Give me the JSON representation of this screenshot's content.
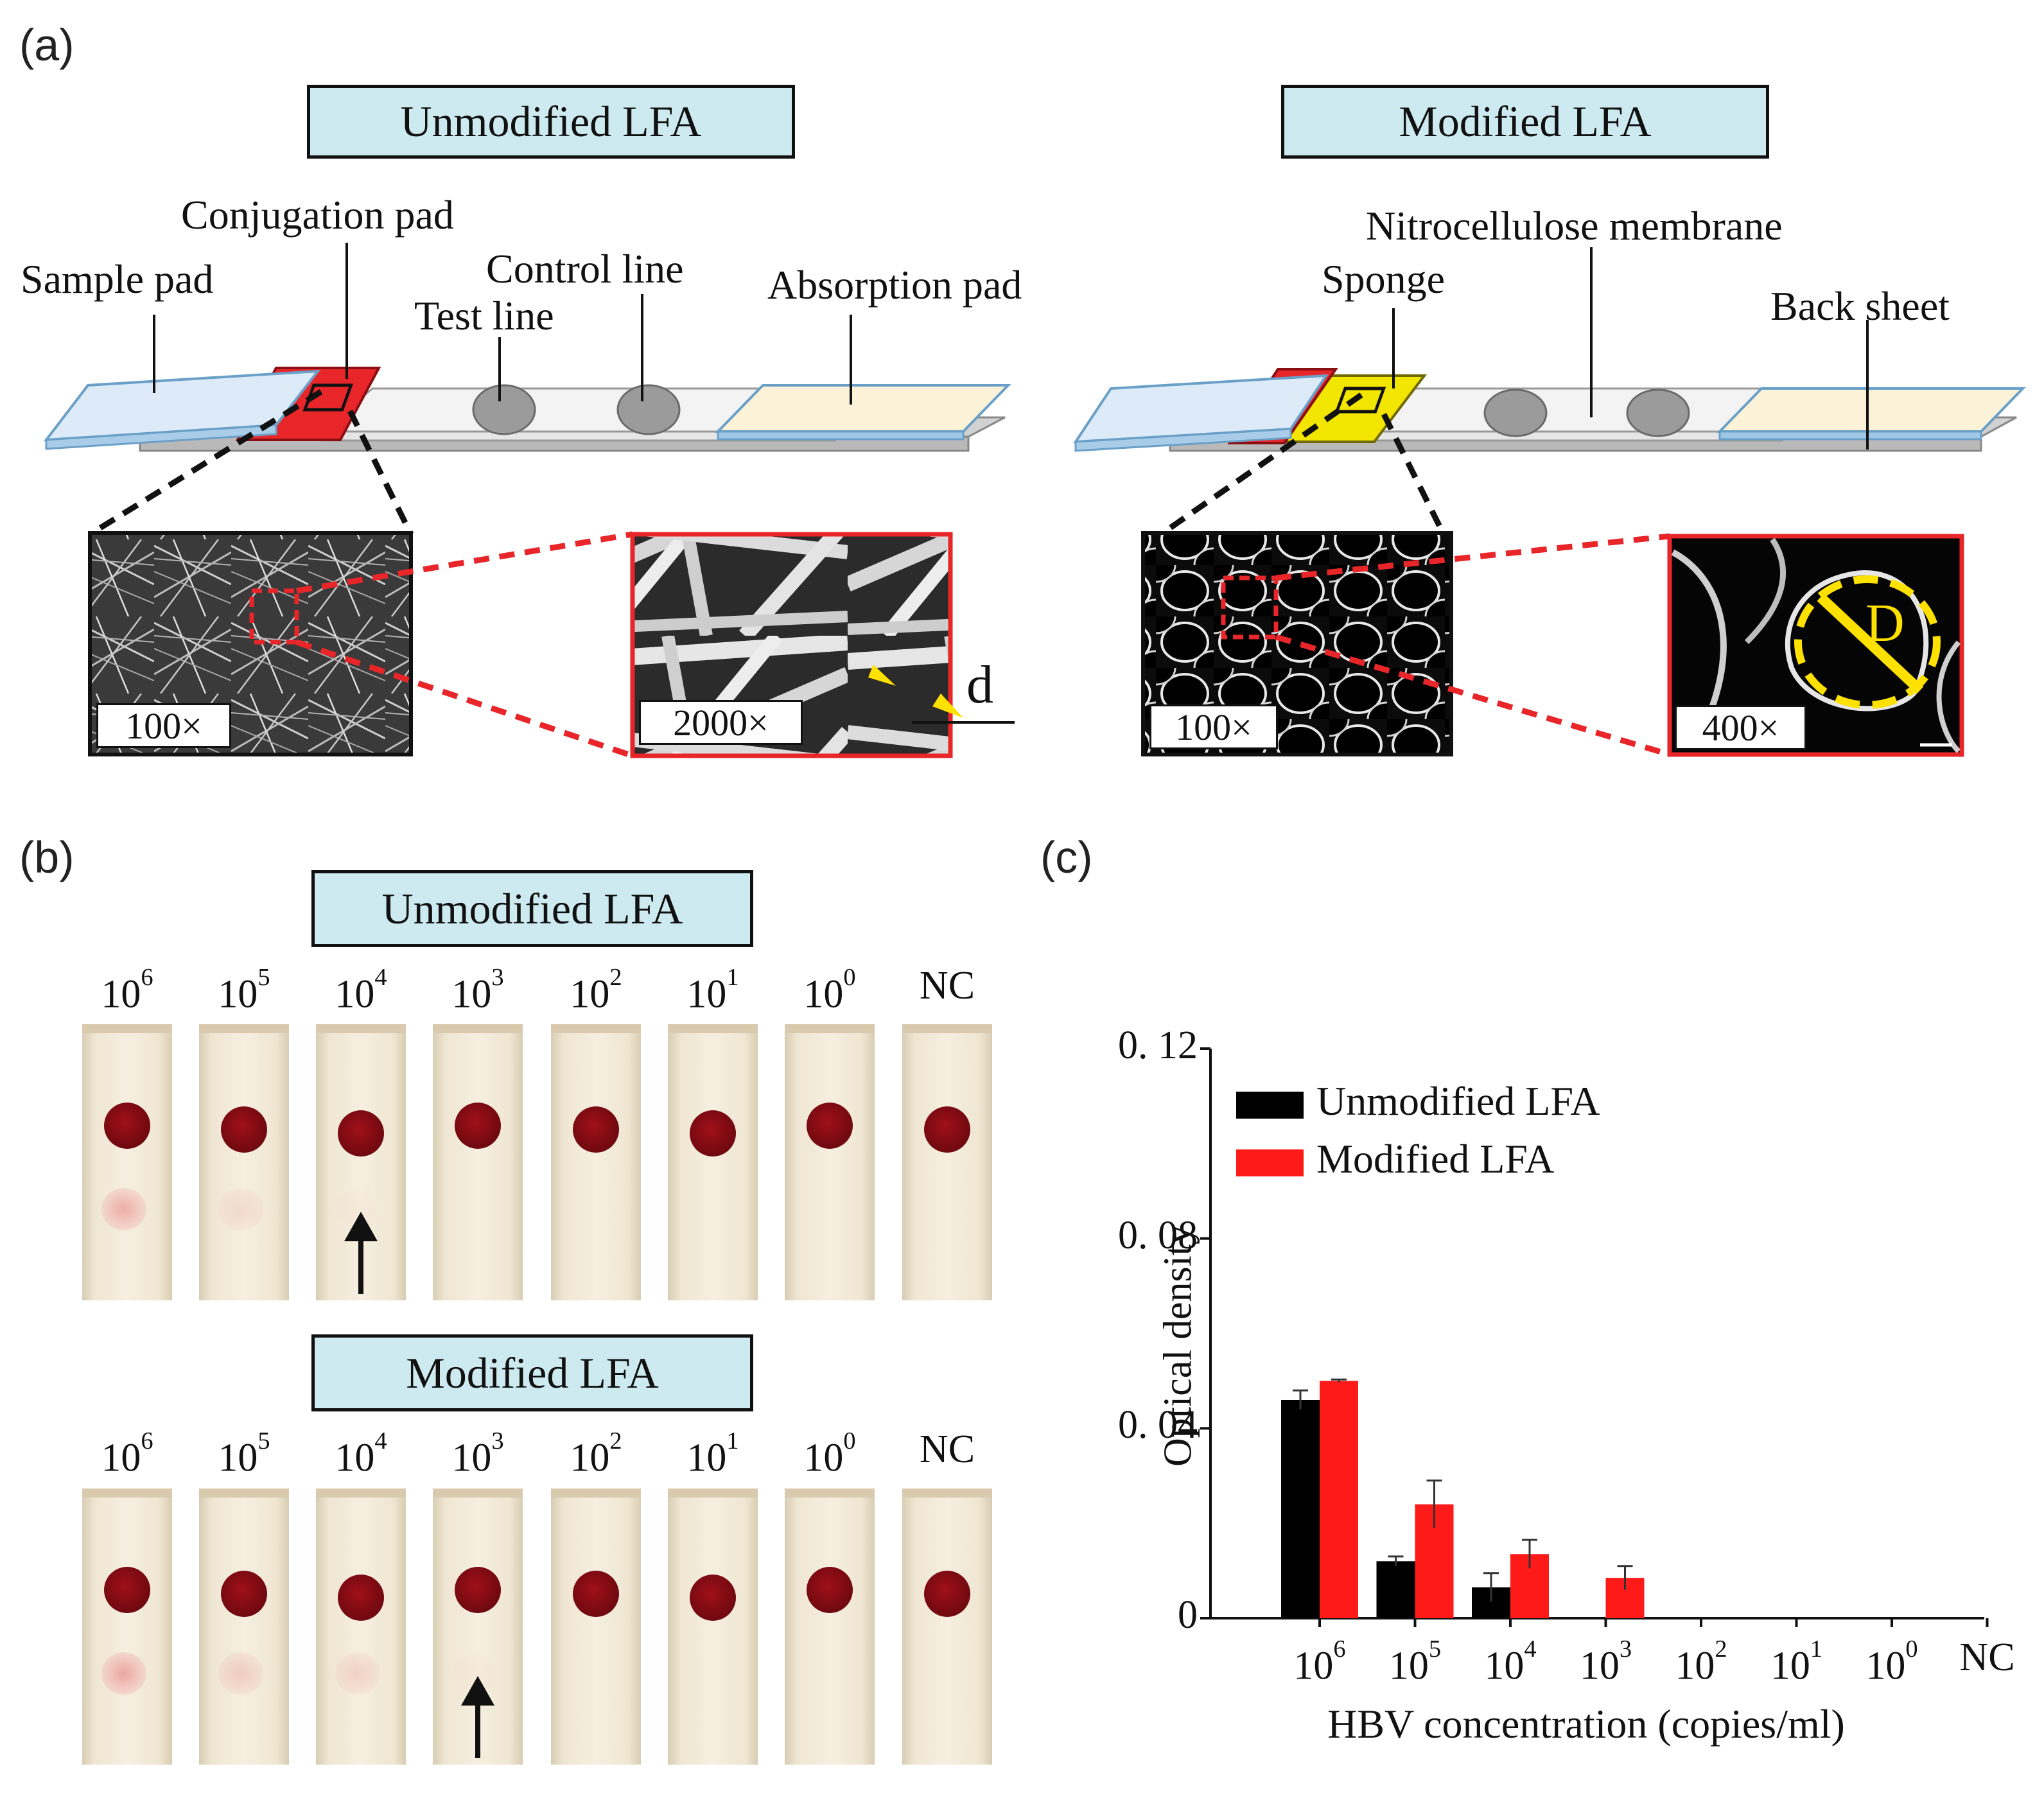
{
  "panel_a": {
    "label": "(a)",
    "unmodified": {
      "title": "Unmodified LFA",
      "labels": {
        "conjugation_pad": "Conjugation pad",
        "sample_pad": "Sample pad",
        "control_line": "Control line",
        "test_line": "Test line",
        "absorption_pad": "Absorption pad"
      },
      "mag_low": "100×",
      "mag_high": "2000×",
      "dim_symbol": "d"
    },
    "modified": {
      "title": "Modified LFA",
      "labels": {
        "nitrocellulose": "Nitrocellulose membrane",
        "sponge": "Sponge",
        "back_sheet": "Back sheet"
      },
      "mag_low": "100×",
      "mag_high": "400×",
      "dim_symbol": "D"
    }
  },
  "panel_b": {
    "label": "(b)",
    "unmodified_title": "Unmodified LFA",
    "modified_title": "Modified  LFA",
    "concentrations": [
      {
        "base": "10",
        "exp": "6"
      },
      {
        "base": "10",
        "exp": "5"
      },
      {
        "base": "10",
        "exp": "4"
      },
      {
        "base": "10",
        "exp": "3"
      },
      {
        "base": "10",
        "exp": "2"
      },
      {
        "base": "10",
        "exp": "1"
      },
      {
        "base": "10",
        "exp": "0"
      },
      {
        "base": "NC",
        "exp": ""
      }
    ],
    "unmodified_test_line_intensity": [
      0.55,
      0.18,
      0.05,
      0,
      0,
      0,
      0,
      0
    ],
    "modified_test_line_intensity": [
      0.6,
      0.3,
      0.25,
      0.06,
      0,
      0,
      0,
      0
    ],
    "unmodified_arrow_index": 2,
    "modified_arrow_index": 3
  },
  "chart_data": {
    "type": "bar",
    "label": "(c)",
    "categories": [
      {
        "base": "10",
        "exp": "6"
      },
      {
        "base": "10",
        "exp": "5"
      },
      {
        "base": "10",
        "exp": "4"
      },
      {
        "base": "10",
        "exp": "3"
      },
      {
        "base": "10",
        "exp": "2"
      },
      {
        "base": "10",
        "exp": "1"
      },
      {
        "base": "10",
        "exp": "0"
      },
      {
        "base": "NC",
        "exp": ""
      }
    ],
    "series": [
      {
        "name": "Unmodified LFA",
        "color": "#000000",
        "values": [
          0.046,
          0.012,
          0.0065,
          0,
          0,
          0,
          0,
          0
        ],
        "errors": [
          0.002,
          0.001,
          0.003,
          0,
          0,
          0,
          0,
          0
        ]
      },
      {
        "name": "Modified LFA",
        "color": "#ff1a1a",
        "values": [
          0.05,
          0.024,
          0.0135,
          0.0085,
          0,
          0,
          0,
          0
        ],
        "errors": [
          0.0003,
          0.005,
          0.003,
          0.0025,
          0,
          0,
          0,
          0
        ]
      }
    ],
    "xlabel": "HBV concentration (copies/ml)",
    "ylabel": "Optical density",
    "ylim": [
      0,
      0.12
    ],
    "yticks": [
      "0",
      "0. 04",
      "0. 08",
      "0. 12"
    ],
    "ytick_values": [
      0,
      0.04,
      0.08,
      0.12
    ],
    "legend_position": "top-left",
    "grid": false
  }
}
